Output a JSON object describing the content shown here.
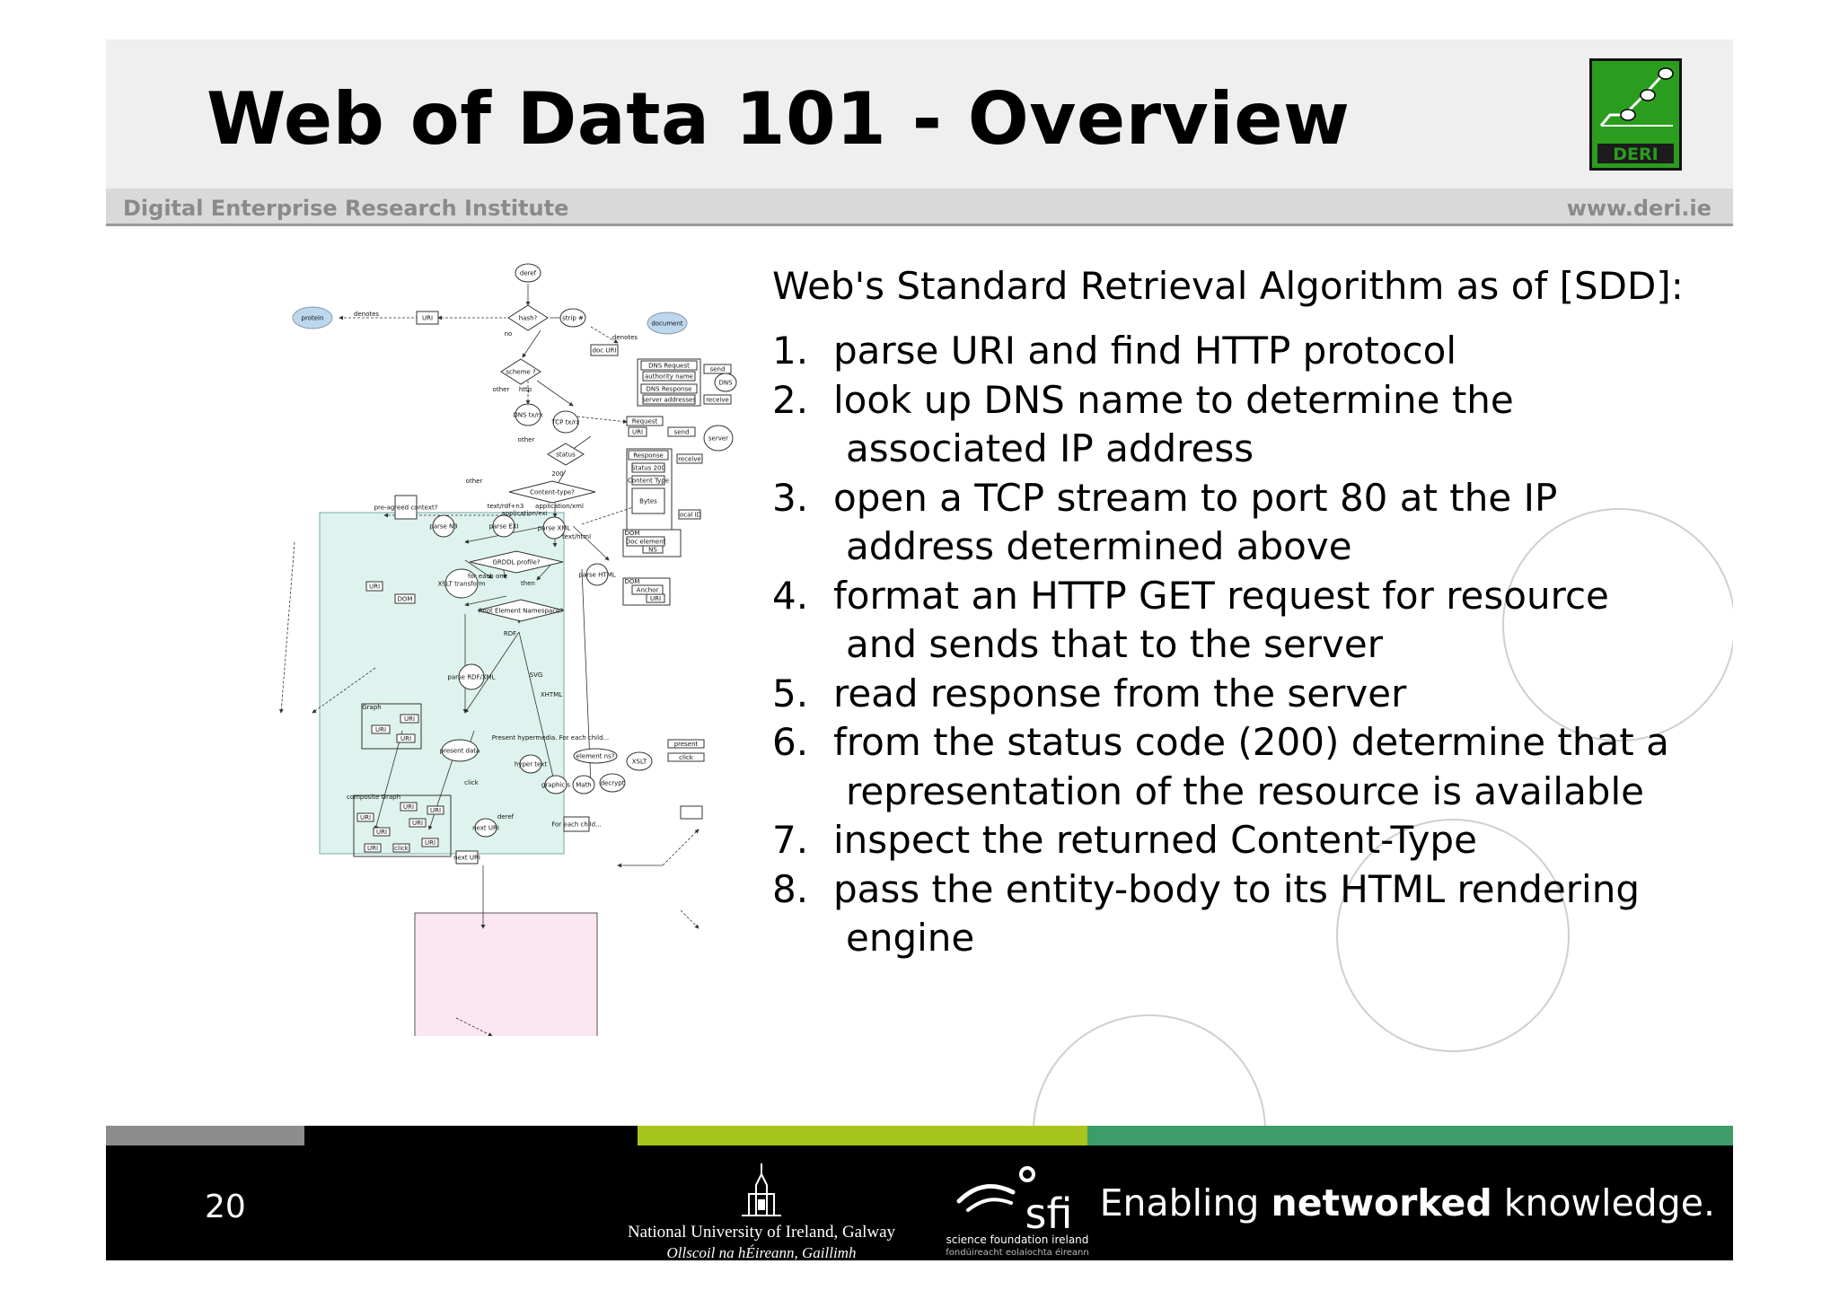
{
  "header": {
    "title": "Web of Data 101 - Overview",
    "institute": "Digital Enterprise Research Institute",
    "website": "www.deri.ie",
    "logo_text": "DERI"
  },
  "content": {
    "heading": "Web's Standard Retrieval Algorithm as of [SDD]:",
    "steps": [
      {
        "num": "1.",
        "lines": [
          "parse URI and find HTTP protocol"
        ]
      },
      {
        "num": "2.",
        "lines": [
          "look up DNS name to determine the",
          "associated IP address"
        ]
      },
      {
        "num": "3.",
        "lines": [
          "open a TCP stream to port 80 at the IP",
          "address determined above"
        ]
      },
      {
        "num": "4.",
        "lines": [
          "format an HTTP GET request for resource",
          "and sends that to the server"
        ]
      },
      {
        "num": "5.",
        "lines": [
          "read response from the server"
        ]
      },
      {
        "num": "6.",
        "lines": [
          "from the status code (200) determine that a",
          "representation of the resource is available"
        ]
      },
      {
        "num": "7.",
        "lines": [
          "inspect the returned Content-Type"
        ]
      },
      {
        "num": "8.",
        "lines": [
          "pass the entity-body to its HTML rendering",
          "engine"
        ]
      }
    ]
  },
  "diagram": {
    "nodes": [
      "deref",
      "protein",
      "denotes",
      "URI",
      "hash?",
      "strip #",
      "document",
      "no",
      "denotes",
      "doc URI",
      "scheme ?",
      "DNS Request",
      "authority name",
      "send",
      "DNS",
      "DNS Response",
      "server addresses",
      "receive",
      "other",
      "http",
      "DNS tx/rx",
      "TCP tx/rx",
      "Request",
      "URI",
      "send",
      "server",
      "other",
      "status",
      "Response",
      "Status 200",
      "Content Type",
      "Bytes",
      "receive",
      "200",
      "other",
      "Content-type?",
      "pre-agreed context?",
      "text/rdf+n3",
      "application/xml",
      "application/exi",
      "parse N3",
      "parse EXI",
      "parse XML",
      "text/html",
      "local ID",
      "DOM",
      "Doc element",
      "NS",
      "GRDDL profile?",
      "XSLT transform",
      "for each one",
      "then",
      "parse HTML",
      "URI",
      "DOM",
      "DOM",
      "Anchor",
      "URI",
      "Root Element Namespace?",
      "RDF",
      "parse RDF/XML",
      "SVG",
      "XHTML",
      "Graph",
      "URI",
      "URI",
      "URI",
      "present data",
      "Present hypermedia.  For each child...",
      "element ns?",
      "hyper text",
      "XSLT",
      "graphic s",
      "Math",
      "decrypt",
      "For each child...",
      "present",
      "click",
      "click",
      "composite Graph",
      "URI",
      "URI",
      "URI",
      "URI",
      "URI",
      "URI",
      "URI",
      "click",
      "deref",
      "next URI",
      "next URI"
    ]
  },
  "footer": {
    "page_number": "20",
    "university": "National University of Ireland, Galway",
    "university_irish": "Ollscoil na hÉireann, Gaillimh",
    "sfi_text": "sfi",
    "sfi_sub": "science foundation ireland",
    "sfi_sub2": "fondúireacht eolaíochta éireann",
    "slogan_pre": "Enabling ",
    "slogan_bold": "networked",
    "slogan_post": " knowledge."
  },
  "colors": {
    "title_band": "#efefef",
    "accent_gray": "#8c8c8c",
    "accent_lime": "#a7c51d",
    "accent_green": "#3c9d6a",
    "logo_green": "#2a9d1e",
    "diagram_cyan_region": "#dff3ee",
    "diagram_pink_region": "#fbe6f1"
  }
}
